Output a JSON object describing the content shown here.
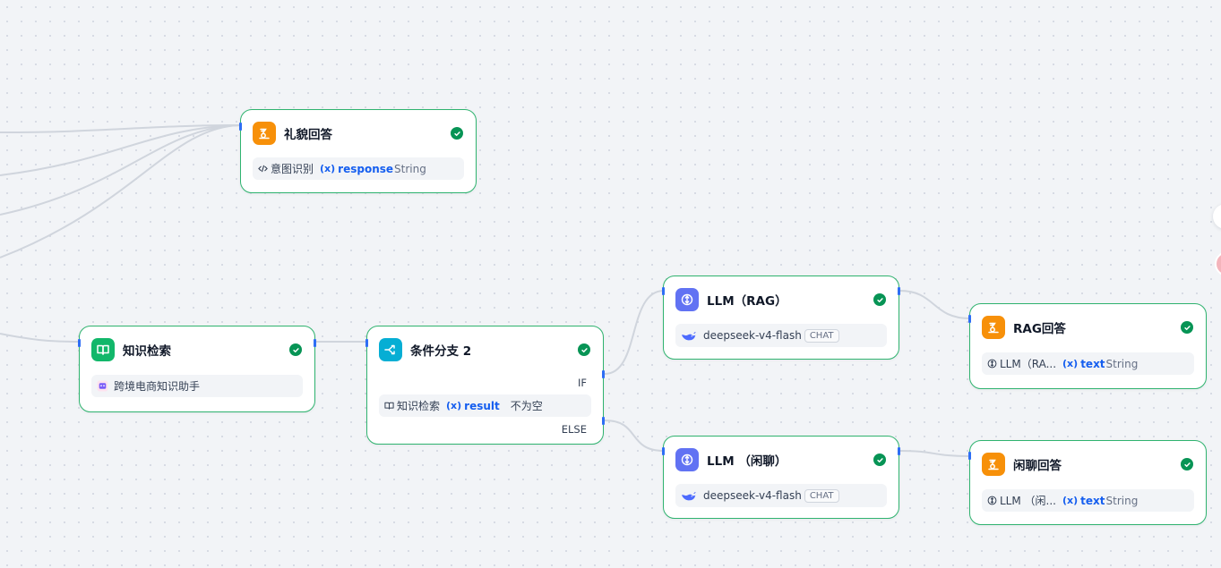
{
  "nodes": {
    "polite": {
      "title": "礼貌回答",
      "row": {
        "source": "意图识别",
        "var_icon": "(x)",
        "var": "response",
        "type": "String"
      }
    },
    "kb": {
      "title": "知识检索",
      "dataset": "跨境电商知识助手"
    },
    "ifelse": {
      "title": "条件分支 2",
      "if_label": "IF",
      "else_label": "ELSE",
      "condition": {
        "source": "知识检索",
        "var_icon": "(x)",
        "var": "result",
        "op": "不为空"
      }
    },
    "llm_rag": {
      "title": "LLM（RAG）",
      "model": "deepseek-v4-flash",
      "mode": "CHAT"
    },
    "llm_chat": {
      "title": "LLM （闲聊）",
      "model": "deepseek-v4-flash",
      "mode": "CHAT"
    },
    "rag_answer": {
      "title": "RAG回答",
      "row": {
        "source": "LLM（RA...",
        "var_icon": "(x)",
        "var": "text",
        "type": "String"
      }
    },
    "chat_answer": {
      "title": "闲聊回答",
      "row": {
        "source": "LLM （闲...",
        "var_icon": "(x)",
        "var": "text",
        "type": "String"
      }
    }
  },
  "colors": {
    "node_border": "#2fb36f",
    "handle": "#2e6ef5",
    "edge": "#d0d5dd",
    "status_ok": "#079455",
    "variable": "#155eef"
  },
  "icons": {
    "answer": "answer-icon",
    "knowledge": "book-icon",
    "ifelse": "branch-icon",
    "llm": "llm-icon",
    "model": "whale-icon",
    "status": "check-circle-icon"
  }
}
